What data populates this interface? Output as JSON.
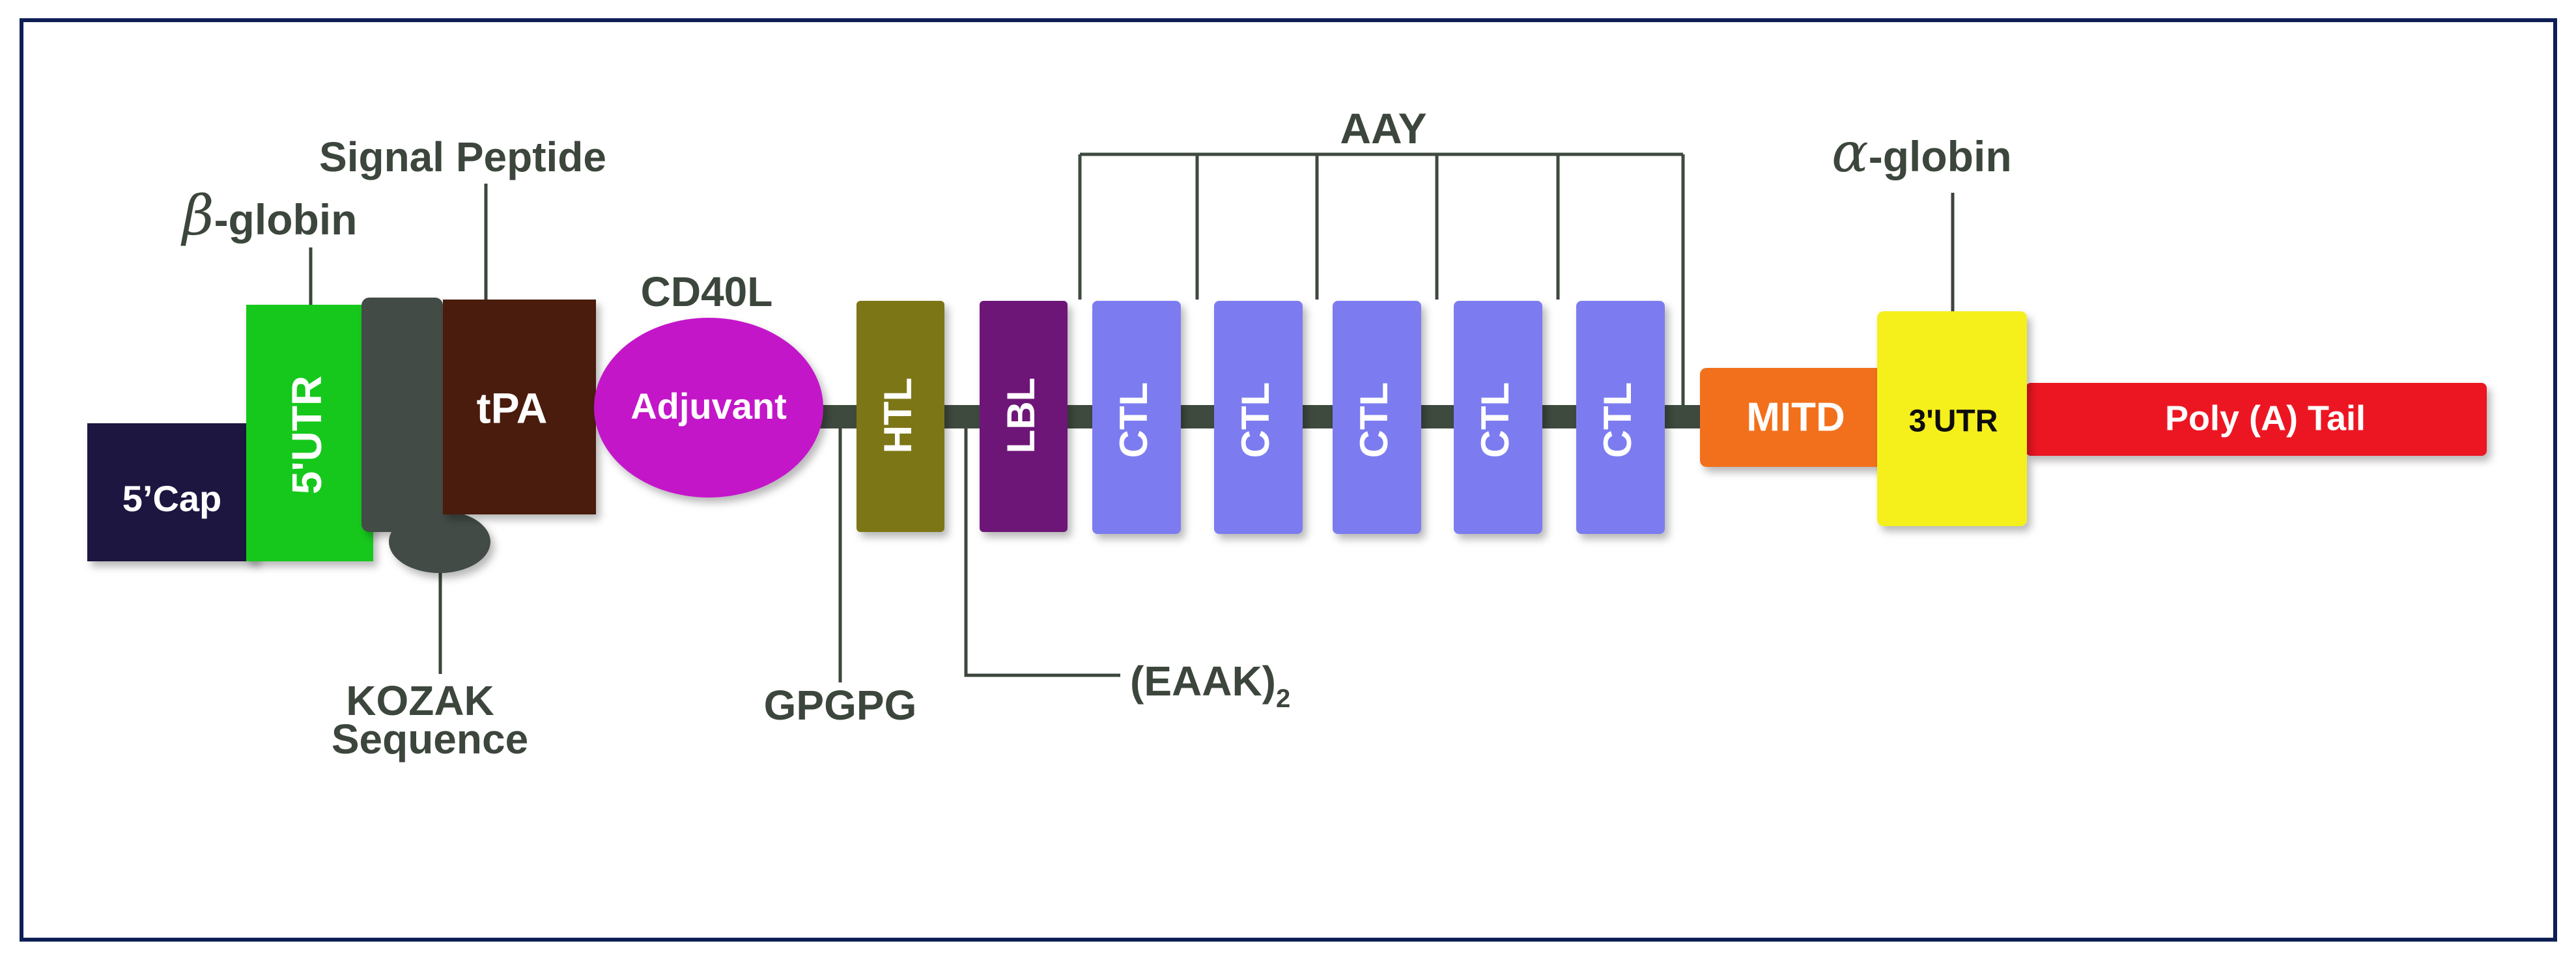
{
  "diagram": {
    "segments": {
      "cap": "5’Cap",
      "utr5": "5'UTR",
      "tpa": "tPA",
      "adjuvant": "Adjuvant",
      "htl": "HTL",
      "lbl": "LBL",
      "ctl": [
        "CTL",
        "CTL",
        "CTL",
        "CTL",
        "CTL"
      ],
      "mitd": "MITD",
      "utr3": "3'UTR",
      "polya": "Poly (A) Tail"
    },
    "annotations": {
      "beta_symbol": "β",
      "beta_suffix": "-globin",
      "signal_peptide": "Signal Peptide",
      "cd40l": "CD40L",
      "aay": "AAY",
      "alpha_symbol": "α",
      "alpha_suffix": "-globin",
      "kozak_line1": "KOZAK",
      "kozak_line2": "Sequence",
      "gpgpg": "GPGPG",
      "eaak": "(EAAK)",
      "eaak_subscript": "2"
    },
    "colors": {
      "border": "#0e1f55",
      "backbone": "#3f4a3f",
      "cap": "#1f1740",
      "utr5": "#12c81a",
      "kozak": "#434c44",
      "tpa": "#4a1a0b",
      "adjuvant": "#c316c9",
      "htl": "#7b7618",
      "lbl": "#6e1678",
      "ctl": "#7b7bf0",
      "mitd": "#f2701f",
      "utr3": "#f5ef1c",
      "polya": "#ec1620"
    }
  }
}
